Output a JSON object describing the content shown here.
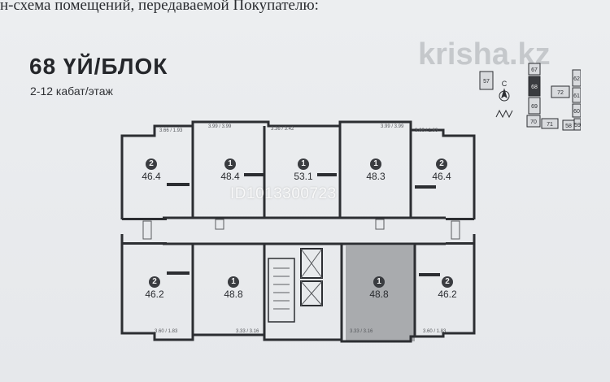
{
  "header": {
    "caption": "н-схема помещений, передаваемой Покупателю:",
    "block_title": "68 ҮЙ/БЛОК",
    "floors": "2-12 кабат/этаж"
  },
  "watermark": "krisha.kz",
  "doc_id": "ID1013300723",
  "apartments": [
    {
      "rooms": "2",
      "area": "46.4",
      "dims": "3.66 / 1.93"
    },
    {
      "rooms": "1",
      "area": "48.4",
      "dims": "3.99 / 3.99"
    },
    {
      "rooms": "1",
      "area": "53.1",
      "dims": "3.36 / 3.42"
    },
    {
      "rooms": "1",
      "area": "48.3",
      "dims": "3.99 / 3.99"
    },
    {
      "rooms": "2",
      "area": "46.4",
      "dims": "3.66 / 1.83"
    },
    {
      "rooms": "2",
      "area": "46.2",
      "dims": "3.60 / 1.83"
    },
    {
      "rooms": "1",
      "area": "48.8",
      "dims": "3.33 / 3.16"
    },
    {
      "rooms": "1",
      "area": "48.8",
      "dims": "3.33 / 3.16",
      "highlighted": true
    },
    {
      "rooms": "2",
      "area": "46.2",
      "dims": "3.60 / 1.83"
    }
  ],
  "site_map": {
    "compass": "С",
    "blocks": [
      "57",
      "67",
      "68",
      "69",
      "70",
      "71",
      "72",
      "58",
      "59",
      "60",
      "61",
      "62"
    ],
    "current": "68"
  },
  "colors": {
    "highlight": "#a9abae",
    "wall": "#2c2e32",
    "badge": "#3a3c40"
  }
}
